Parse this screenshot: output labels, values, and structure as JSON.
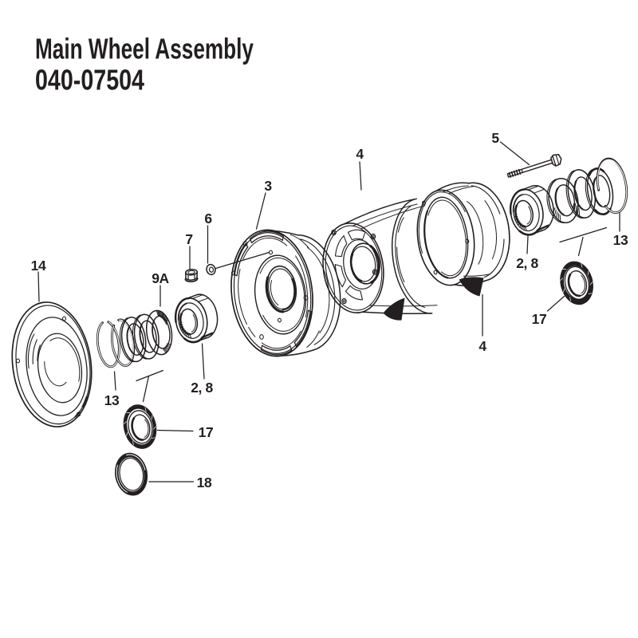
{
  "header": {
    "title": "Main Wheel Assembly",
    "part_number": "040-07504"
  },
  "colors": {
    "ink": "#231f20",
    "background": "#ffffff"
  },
  "diagram": {
    "type": "exploded-parts-diagram",
    "callouts": {
      "hub_cap": {
        "label": "14",
        "part": "hub cap"
      },
      "snap_ring_left": {
        "label": "13",
        "part": "snap ring / retaining rings"
      },
      "spacer_9a": {
        "label": "9A",
        "part": "spacer"
      },
      "nut": {
        "label": "7",
        "part": "nut"
      },
      "washer": {
        "label": "6",
        "part": "washer"
      },
      "wheel_half_outer": {
        "label": "3",
        "part": "outboard wheel half"
      },
      "wheel_half_inner": {
        "label": "4",
        "part": "inboard wheel half"
      },
      "bolt": {
        "label": "5",
        "part": "tie bolt"
      },
      "snap_ring_right": {
        "label": "13",
        "part": "snap ring / retaining rings"
      },
      "bearing_right": {
        "label": "2, 8",
        "part": "bearing cone"
      },
      "seal_right": {
        "label": "17",
        "part": "grease seal"
      },
      "drum": {
        "label": "4",
        "part": "inboard wheel half"
      },
      "bearing_left": {
        "label": "2, 8",
        "part": "bearing cone"
      },
      "seal_left": {
        "label": "17",
        "part": "grease seal"
      },
      "felt_ring": {
        "label": "18",
        "part": "felt seal"
      }
    }
  }
}
